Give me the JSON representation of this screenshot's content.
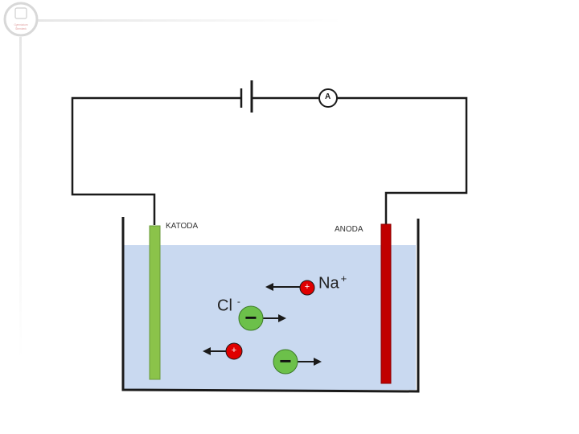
{
  "logo": {
    "text_line1": "Gymnázium",
    "text_line2": "Šternberk"
  },
  "circuit": {
    "ammeter_label": "A"
  },
  "electrodes": {
    "cathode_label": "KATODA",
    "anode_label": "ANODA",
    "cathode_color": "#8bc34a",
    "anode_color": "#c00000"
  },
  "electrolyte_color": "#c9d9f0",
  "ions": {
    "chloride": {
      "symbol": "Cl",
      "charge": "-"
    },
    "sodium": {
      "symbol": "Na",
      "charge": "+"
    },
    "positive_sign": "+",
    "negative_sign": "−",
    "positive_color": "#e00000",
    "negative_color": "#6cc04a"
  }
}
